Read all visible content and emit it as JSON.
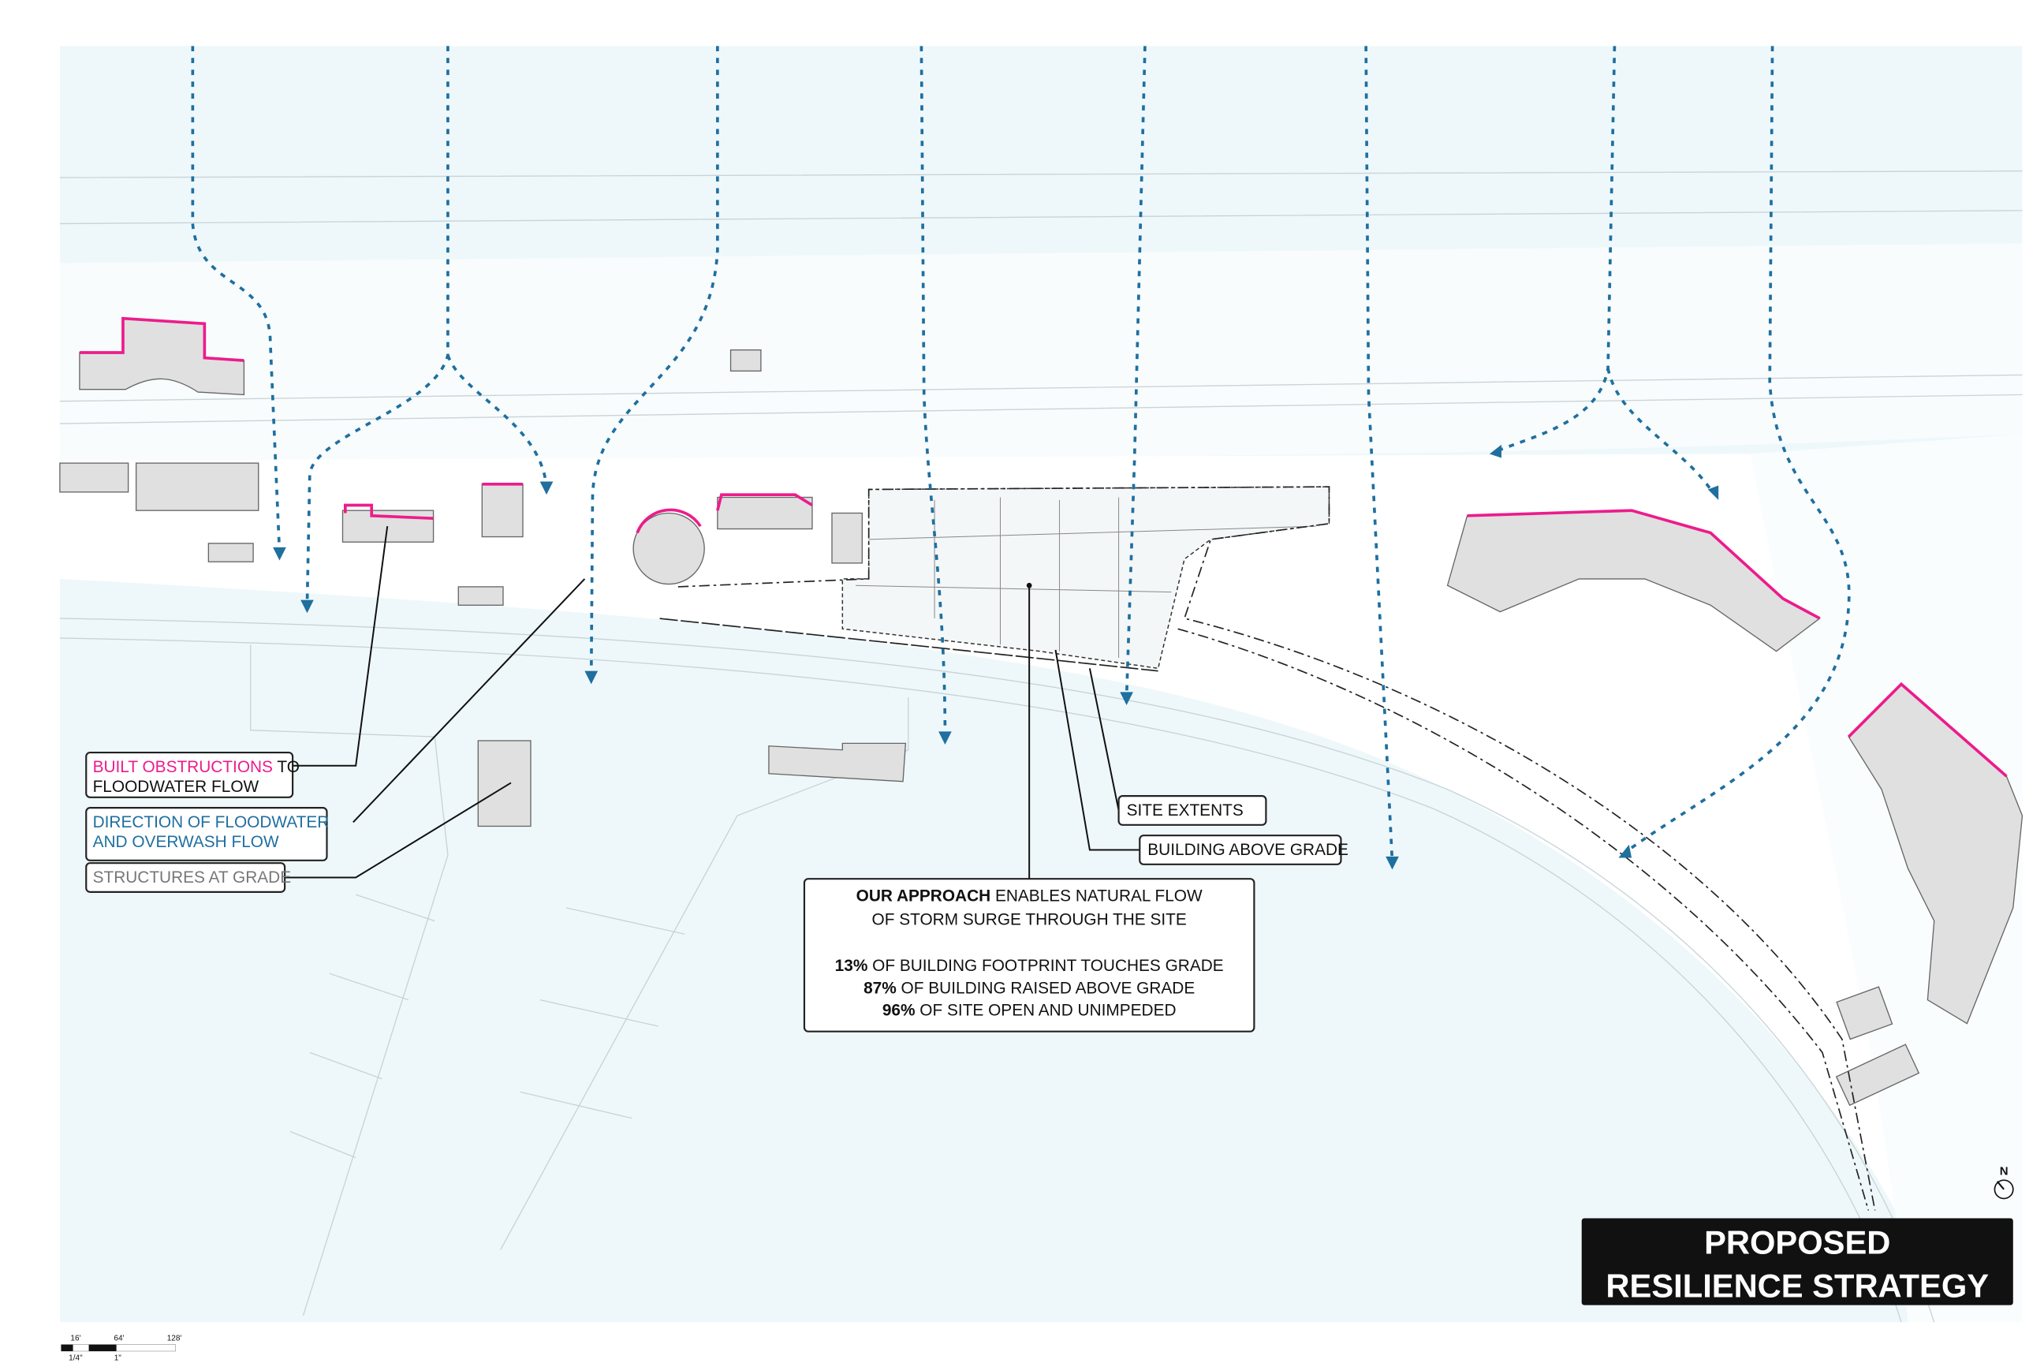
{
  "legend": {
    "obstructions_pink": "BUILT OBSTRUCTIONS",
    "obstructions_rest": " TO",
    "obstructions_line2": "FLOODWATER FLOW",
    "direction_line1": "DIRECTION OF FLOODWATER",
    "direction_line2": "AND OVERWASH FLOW",
    "structures": "STRUCTURES AT GRADE"
  },
  "callouts": {
    "site_extents": "SITE EXTENTS",
    "building_above_grade": "BUILDING ABOVE GRADE"
  },
  "approach": {
    "line1_bold": "OUR APPROACH",
    "line1_rest": " ENABLES NATURAL FLOW",
    "line2": "OF STORM SURGE THROUGH THE SITE",
    "stats": [
      {
        "pct": "13%",
        "text": " OF BUILDING FOOTPRINT TOUCHES GRADE"
      },
      {
        "pct": "87%",
        "text": " OF BUILDING RAISED ABOVE GRADE"
      },
      {
        "pct": "96%",
        "text": " OF SITE OPEN AND UNIMPEDED"
      }
    ]
  },
  "title": {
    "line1": "PROPOSED",
    "line2": "RESILIENCE STRATEGY"
  },
  "north": "N",
  "scale": {
    "ticks": [
      "16'",
      "64'",
      "128'"
    ],
    "sub": [
      "1/4\"",
      "1\""
    ]
  },
  "colors": {
    "pink": "#ec1c8c",
    "flow": "#1f6f9f",
    "water": "#eef8fb"
  }
}
